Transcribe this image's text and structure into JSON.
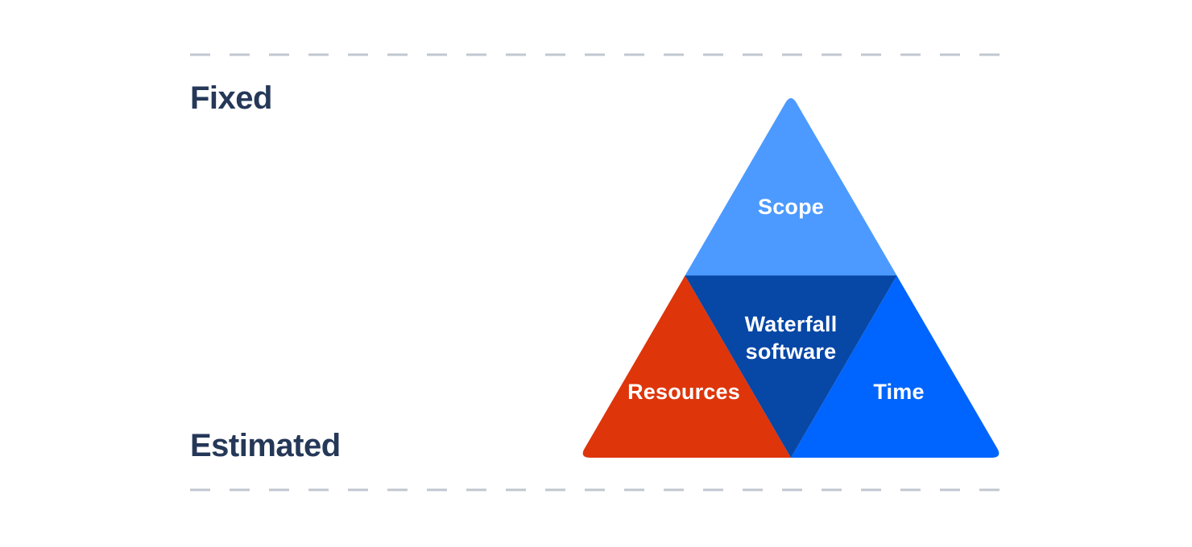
{
  "canvas": {
    "background": "#FFFFFF"
  },
  "labels": {
    "top": "Fixed",
    "bottom": "Estimated",
    "color": "#253858"
  },
  "boundaries": {
    "style": "dashed",
    "color": "#C1C7D0"
  },
  "diagram": {
    "type": "iron-triangle",
    "text_color": "#FFFFFF",
    "title_lines": [
      "Waterfall",
      "software"
    ],
    "segments": [
      {
        "name": "scope",
        "label": "Scope",
        "color": "#4C9AFF",
        "position": "top"
      },
      {
        "name": "resources",
        "label": "Resources",
        "color": "#DE350B",
        "position": "bottom-left"
      },
      {
        "name": "time",
        "label": "Time",
        "color": "#0065FF",
        "position": "bottom-right"
      },
      {
        "name": "center",
        "label": "Waterfall software",
        "color": "#0747A6",
        "position": "center"
      }
    ]
  }
}
